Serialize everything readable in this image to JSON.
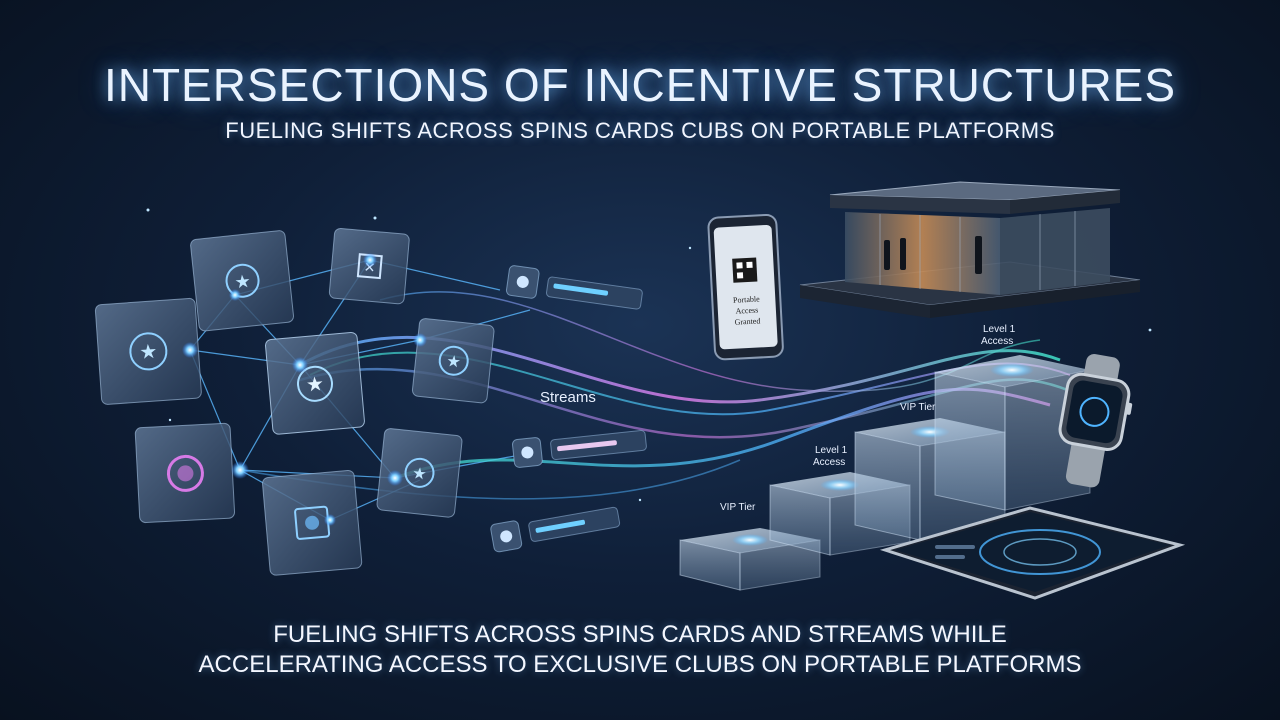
{
  "header": {
    "title": "INTERSECTIONS OF INCENTIVE STRUCTURES",
    "subtitle": "FUELING SHIFTS ACROSS SPINS CARDS CUBS ON PORTABLE PLATFORMS"
  },
  "illustration": {
    "streams_label": "Streams",
    "phone_screen": {
      "line1": "Portable",
      "line2": "Access",
      "line3": "Granted"
    },
    "tiers": [
      {
        "top_label": "VIP Tier"
      },
      {
        "top_label": "Level 1",
        "sub_label": "Access"
      },
      {
        "top_label": "VIP Tier"
      },
      {
        "top_label": "Level 1",
        "sub_label": "Access"
      }
    ],
    "colors": {
      "accent_blue": "#4fb4ff",
      "accent_pink": "#d77ae6",
      "accent_teal": "#3fe0c8",
      "background": "#0f1f38"
    }
  },
  "footer": {
    "line1": "FUELING SHIFTS ACROSS SPINS CARDS AND STREAMS WHILE",
    "line2": "ACCELERATING ACCESS TO EXCLUSIVE CLUBS ON PORTABLE PLATFORMS"
  }
}
